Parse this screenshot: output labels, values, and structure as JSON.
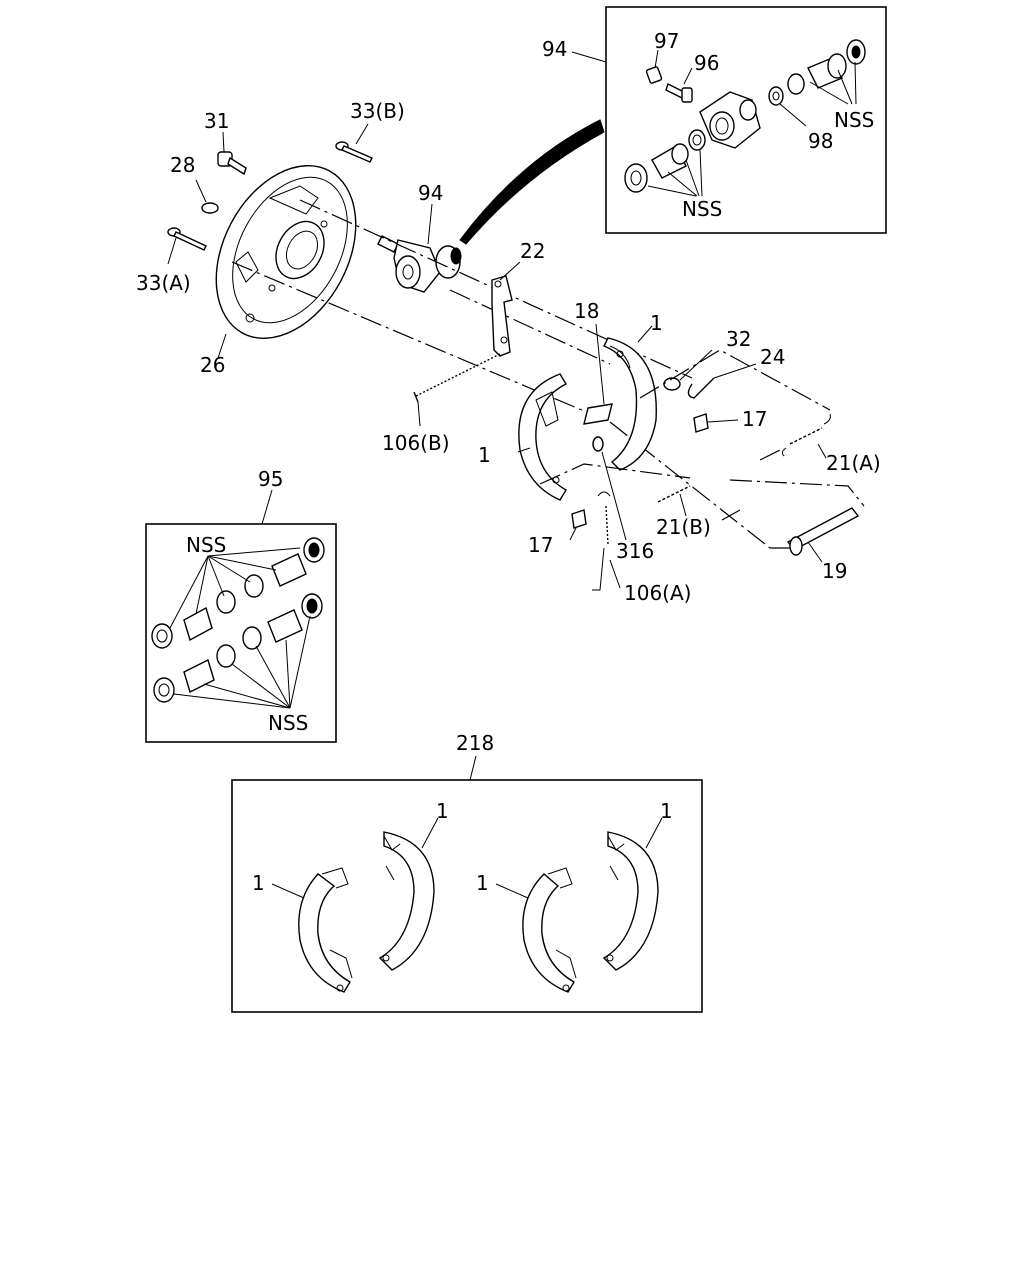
{
  "labels": {
    "l94_box": "94",
    "l97": "97",
    "l96": "96",
    "l98": "98",
    "nss_box94_right": "NSS",
    "nss_box94_bottom": "NSS",
    "l31": "31",
    "l33b": "33(B)",
    "l28": "28",
    "l33a": "33(A)",
    "l26": "26",
    "l94_wheel": "94",
    "l22": "22",
    "l18": "18",
    "l1_upper_right": "1",
    "l32": "32",
    "l24": "24",
    "l17_right": "17",
    "l106b": "106(B)",
    "l1_left": "1",
    "l21a": "21(A)",
    "l21b": "21(B)",
    "l17_lower": "17",
    "l316": "316",
    "l106a": "106(A)",
    "l19": "19",
    "l95": "95",
    "nss_box95_top": "NSS",
    "nss_box95_bottom": "NSS",
    "l218": "218",
    "l1_kit_a": "1",
    "l1_kit_b": "1",
    "l1_kit_c": "1",
    "l1_kit_d": "1"
  }
}
